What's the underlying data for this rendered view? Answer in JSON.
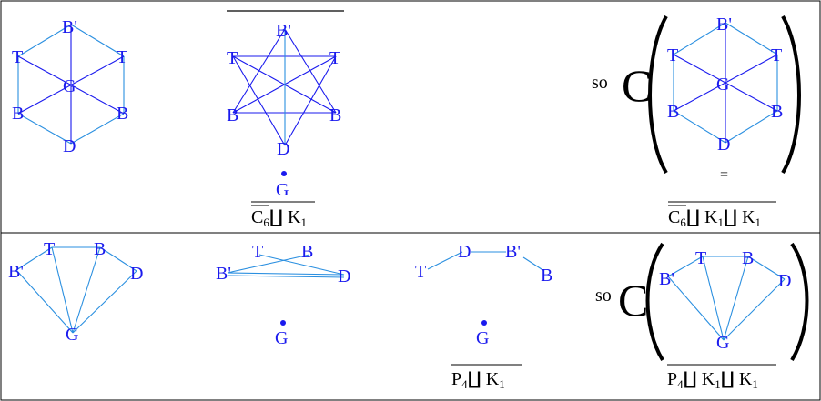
{
  "colors": {
    "vertex": "#1a1aee",
    "edge": "#2a8fe0",
    "edge_dark": "#1a1aee",
    "frame": "#000000"
  },
  "top": {
    "hex_graph": {
      "labels": [
        "B'",
        "T",
        "T",
        "G",
        "B",
        "B",
        "D"
      ]
    },
    "star_graph": {
      "labels": [
        "B'",
        "T",
        "T",
        "B",
        "B",
        "D"
      ],
      "isolated_vertex": "G",
      "caption_main": "C",
      "caption_sub": "6",
      "caption_rest": "∐ K",
      "caption_sub2": "1"
    },
    "result": {
      "so": "so",
      "c": "C",
      "labels": [
        "B'",
        "T",
        "T",
        "G",
        "B",
        "B",
        "D"
      ],
      "equals": "=",
      "caption_main": "C",
      "caption_sub": "6",
      "caption_rest": "∐ K",
      "caption_sub2": "1",
      "caption_rest2": "∐ K",
      "caption_sub3": "1"
    }
  },
  "bottom": {
    "fan_graph": {
      "labels": [
        "T",
        "B",
        "B'",
        "D",
        "G"
      ]
    },
    "complement_graph": {
      "labels": [
        "T",
        "B",
        "B'",
        "D"
      ],
      "isolated_vertex": "G"
    },
    "path_graph": {
      "labels": [
        "D",
        "B'",
        "T",
        "B"
      ],
      "isolated_vertex": "G",
      "caption_main": "P",
      "caption_sub": "4",
      "caption_rest": "∐ K",
      "caption_sub2": "1"
    },
    "result": {
      "so": "so",
      "c": "C",
      "labels": [
        "T",
        "B",
        "B'",
        "D",
        "G"
      ],
      "caption_main": "P",
      "caption_sub": "4",
      "caption_rest": "∐ K",
      "caption_sub2": "1",
      "caption_rest2": "∐ K",
      "caption_sub3": "1"
    }
  }
}
